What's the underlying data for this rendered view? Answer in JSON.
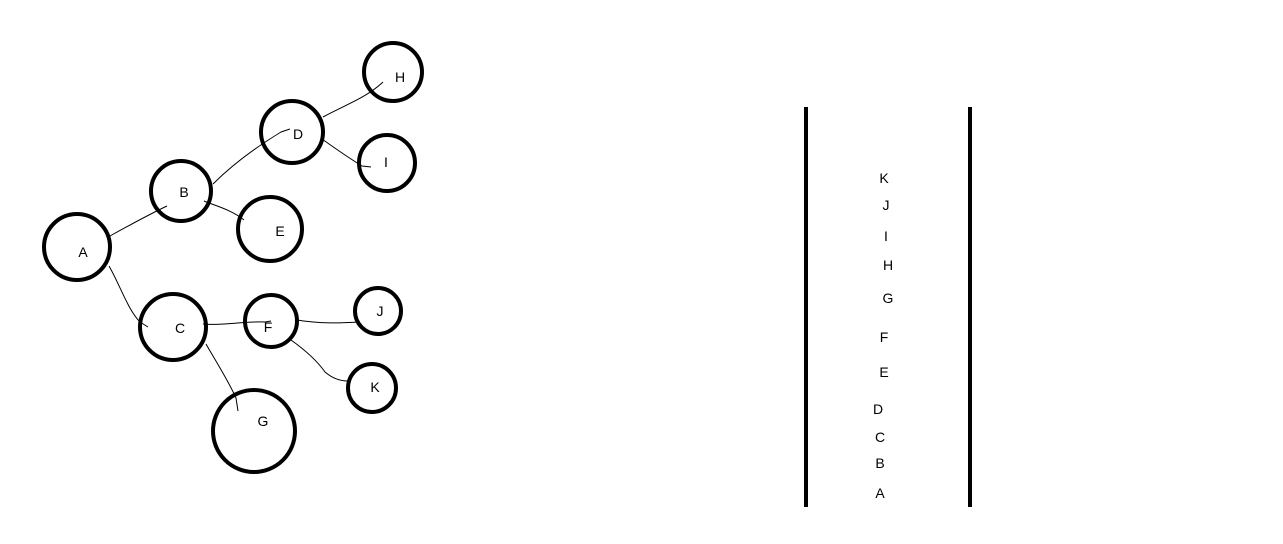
{
  "tree": {
    "nodes": [
      {
        "id": "A",
        "label": "A"
      },
      {
        "id": "B",
        "label": "B"
      },
      {
        "id": "C",
        "label": "C"
      },
      {
        "id": "D",
        "label": "D"
      },
      {
        "id": "E",
        "label": "E"
      },
      {
        "id": "F",
        "label": "F"
      },
      {
        "id": "G",
        "label": "G"
      },
      {
        "id": "H",
        "label": "H"
      },
      {
        "id": "I",
        "label": "I"
      },
      {
        "id": "J",
        "label": "J"
      },
      {
        "id": "K",
        "label": "K"
      }
    ],
    "edges": [
      {
        "from": "A",
        "to": "B"
      },
      {
        "from": "A",
        "to": "C"
      },
      {
        "from": "B",
        "to": "D"
      },
      {
        "from": "B",
        "to": "E"
      },
      {
        "from": "D",
        "to": "H"
      },
      {
        "from": "D",
        "to": "I"
      },
      {
        "from": "C",
        "to": "F"
      },
      {
        "from": "C",
        "to": "G"
      },
      {
        "from": "F",
        "to": "J"
      },
      {
        "from": "F",
        "to": "K"
      }
    ]
  },
  "stack": {
    "items_top_to_bottom": [
      "K",
      "J",
      "I",
      "H",
      "G",
      "F",
      "E",
      "D",
      "C",
      "B",
      "A"
    ]
  },
  "colors": {
    "stroke": "#000000",
    "background": "#ffffff"
  }
}
